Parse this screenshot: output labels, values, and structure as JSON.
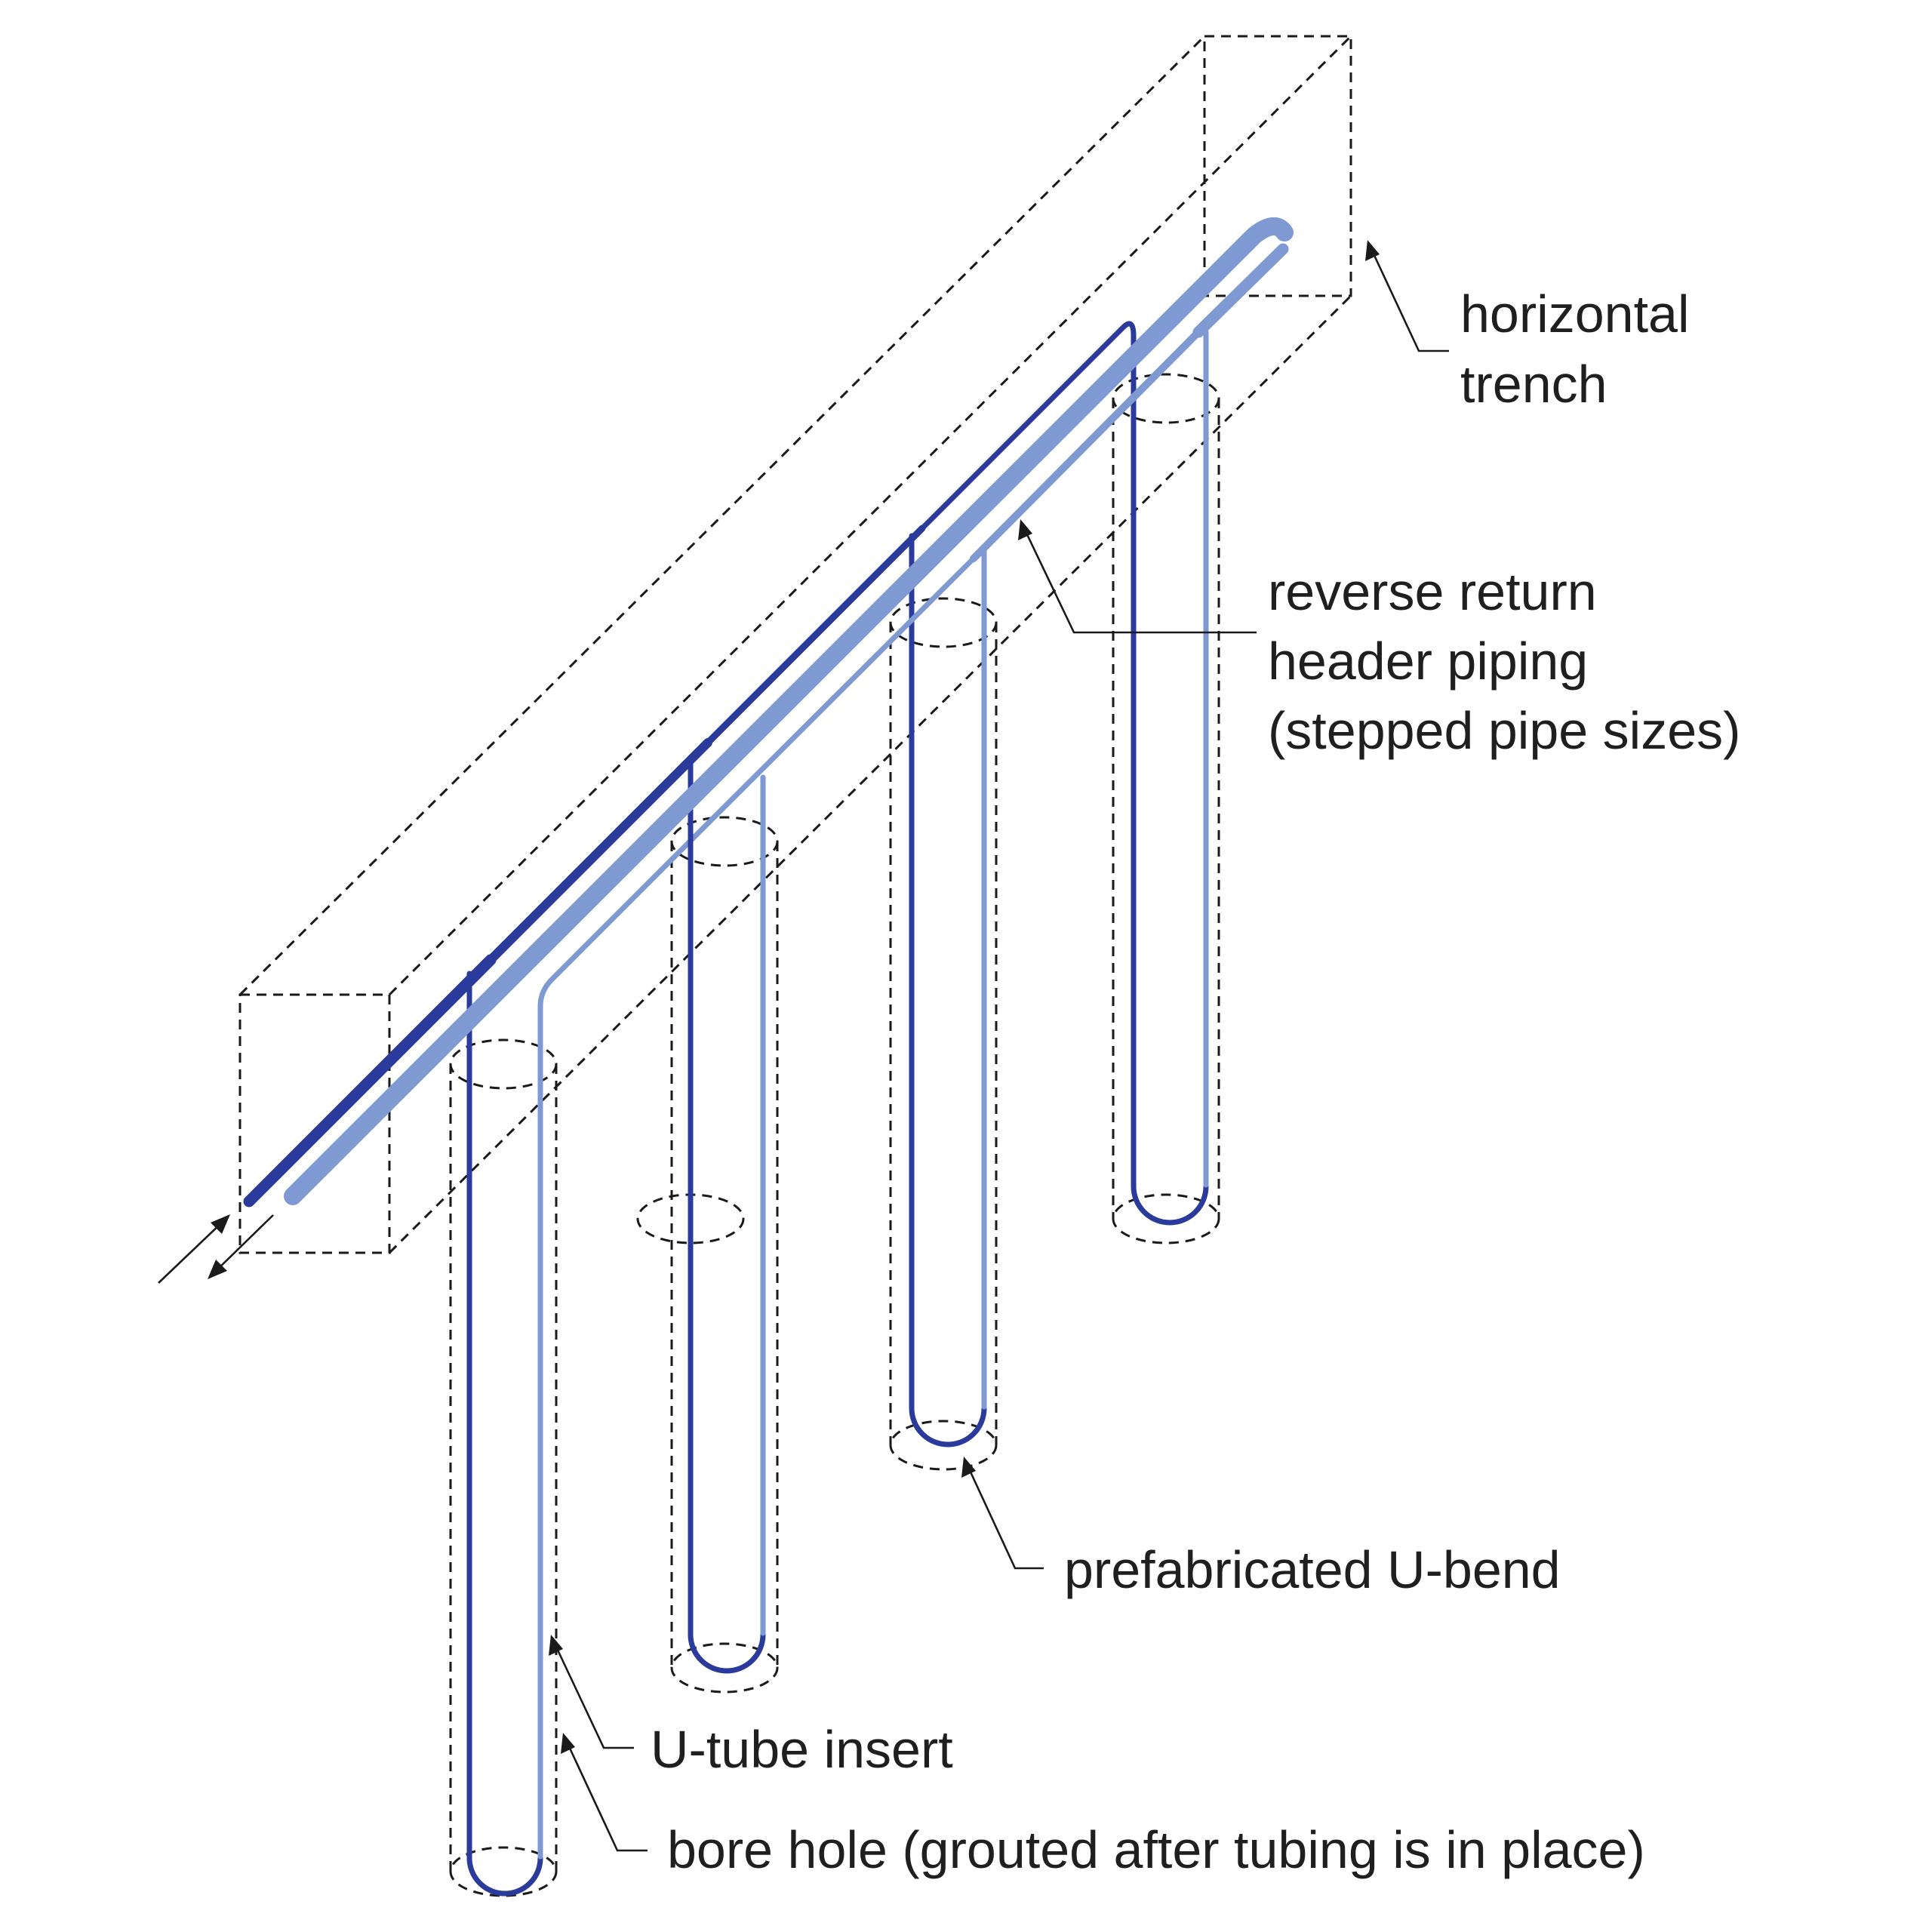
{
  "labels": {
    "horizontal_trench_line1": "horizontal",
    "horizontal_trench_line2": "trench",
    "header_line1": "reverse return",
    "header_line2": "header piping",
    "header_line3": "(stepped pipe sizes)",
    "u_bend": "prefabricated U-bend",
    "u_tube": "U-tube insert",
    "bore_hole": "bore hole (grouted after tubing is in place)"
  },
  "colors": {
    "supply_pipe": "#2a3b9b",
    "return_pipe": "#7f99d3",
    "outline": "#1a1a1a"
  }
}
